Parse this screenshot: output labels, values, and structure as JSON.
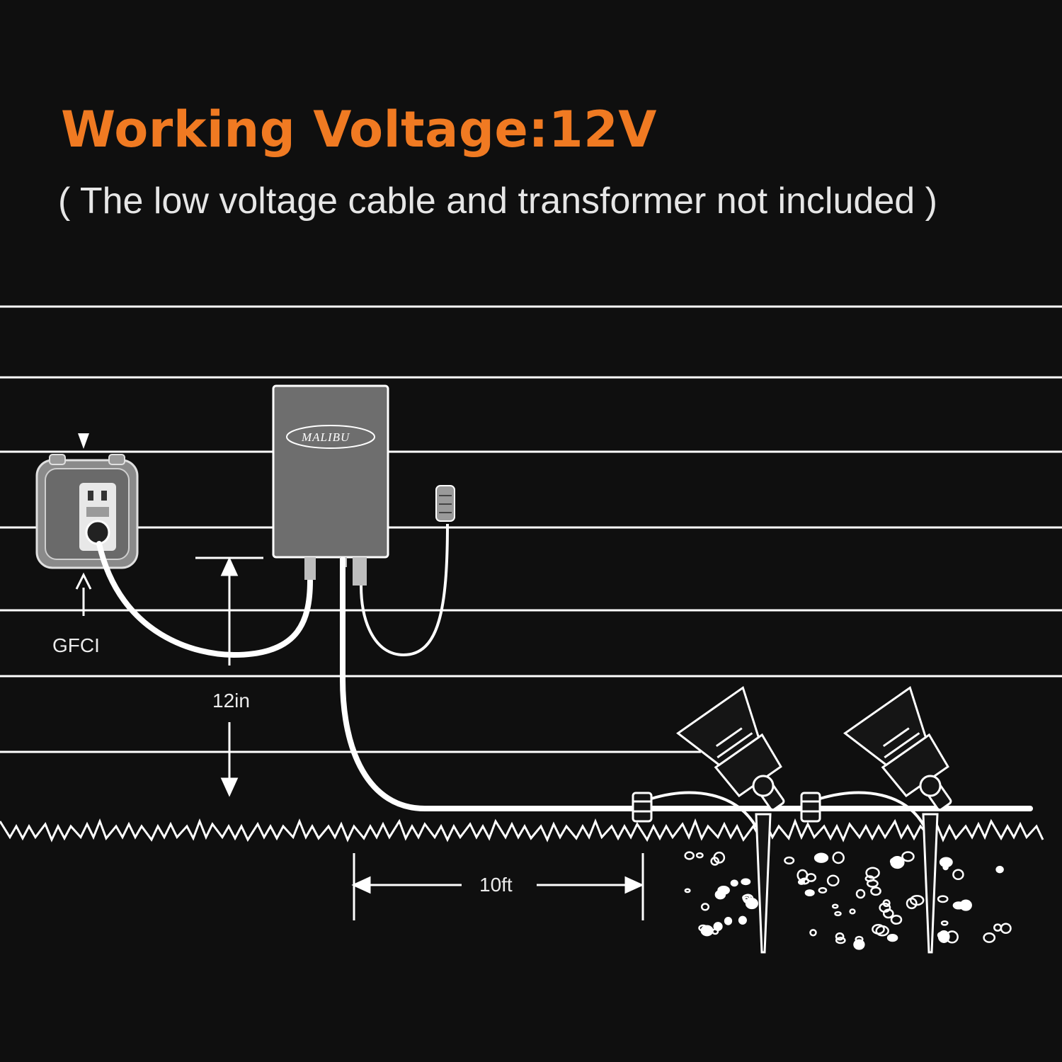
{
  "headline": {
    "text": "Working Voltage:12V",
    "color": "#f07a22"
  },
  "subline": {
    "text": "( The low voltage cable and transformer not included )"
  },
  "diagram": {
    "gfci_label": "GFCI",
    "height_label": "12in",
    "distance_label": "10ft",
    "brand_label": "MALIBU"
  },
  "colors": {
    "background": "#0f0f0f",
    "line": "#ffffff",
    "transformer": "#6e6e6e"
  }
}
